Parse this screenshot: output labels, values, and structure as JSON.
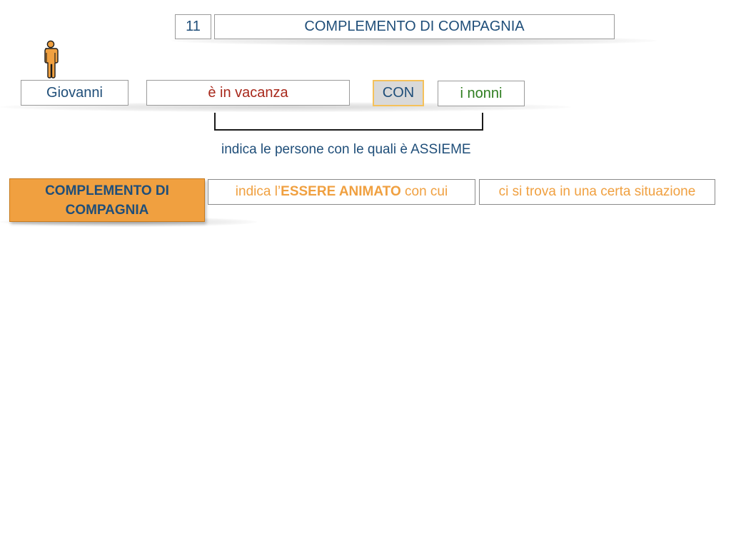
{
  "header": {
    "slide_number": "11",
    "title": "COMPLEMENTO DI COMPAGNIA"
  },
  "sentence": {
    "subject": "Giovanni",
    "predicate": "è in vacanza",
    "preposition": "CON",
    "complement": "i nonni"
  },
  "explanation": "indica le persone con le quali è ASSIEME",
  "definition": {
    "label": "COMPLEMENTO DI COMPAGNIA",
    "part1_prefix": "indica l’",
    "part1_bold": "ESSERE ANIMATO",
    "part1_suffix": " con cui",
    "part2": "ci si trova in una certa situazione"
  },
  "colors": {
    "accent_orange": "#f0a040",
    "text_blue": "#1f4e79",
    "verb_red": "#a8281b",
    "complement_green": "#2e7d1f",
    "preposition_bg": "#d9d9d9",
    "preposition_border": "#f5c15a"
  },
  "icons": {
    "subject_figure": "person-icon"
  }
}
